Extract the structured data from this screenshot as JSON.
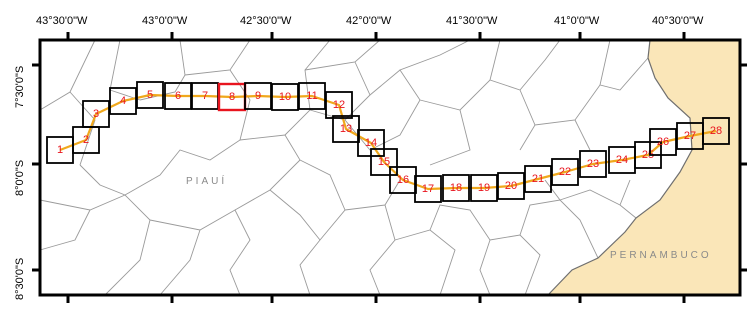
{
  "map": {
    "x_ticks": [
      "43°30'0\"W",
      "43°0'0\"W",
      "42°30'0\"W",
      "42°0'0\"W",
      "41°30'0\"W",
      "41°0'0\"W",
      "40°30'0\"W"
    ],
    "y_ticks": [
      "7°30'0\"S",
      "8°0'0\"S",
      "8°30'0\"S"
    ],
    "regions": [
      {
        "label": "PIAUÍ"
      },
      {
        "label": "PERNAMBUCO"
      }
    ],
    "tiles": [
      {
        "label": "1"
      },
      {
        "label": "2"
      },
      {
        "label": "3"
      },
      {
        "label": "4"
      },
      {
        "label": "5"
      },
      {
        "label": "6"
      },
      {
        "label": "7"
      },
      {
        "label": "8",
        "highlighted": true
      },
      {
        "label": "9"
      },
      {
        "label": "10"
      },
      {
        "label": "11"
      },
      {
        "label": "12"
      },
      {
        "label": "13"
      },
      {
        "label": "14"
      },
      {
        "label": "15"
      },
      {
        "label": "16"
      },
      {
        "label": "17"
      },
      {
        "label": "18"
      },
      {
        "label": "19"
      },
      {
        "label": "20"
      },
      {
        "label": "21"
      },
      {
        "label": "22"
      },
      {
        "label": "23"
      },
      {
        "label": "24"
      },
      {
        "label": "25"
      },
      {
        "label": "26"
      },
      {
        "label": "27"
      },
      {
        "label": "28"
      }
    ],
    "colors": {
      "route": "#f0a81c",
      "tile_border": "#000000",
      "tile_highlight": "#e8141e",
      "label": "#e8141e",
      "outside_region_fill": "#fae6b8",
      "boundary": "#9a9a9a"
    }
  }
}
